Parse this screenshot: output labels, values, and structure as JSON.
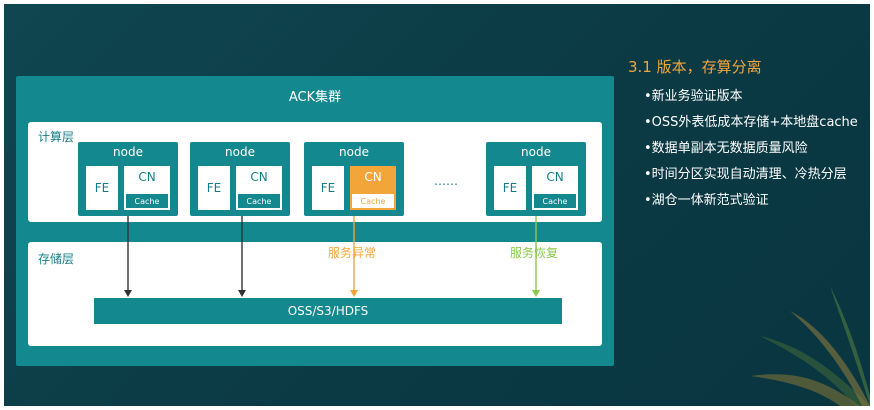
{
  "diagram": {
    "cluster_title": "ACK集群",
    "compute_layer_label": "计算层",
    "storage_layer_label": "存储层",
    "nodes": [
      {
        "title": "node",
        "fe": "FE",
        "cn": "CN",
        "cache": "Cache",
        "state": "normal"
      },
      {
        "title": "node",
        "fe": "FE",
        "cn": "CN",
        "cache": "Cache",
        "state": "normal"
      },
      {
        "title": "node",
        "fe": "FE",
        "cn": "CN",
        "cache": "Cache",
        "state": "fault"
      },
      {
        "title": "node",
        "fe": "FE",
        "cn": "CN",
        "cache": "Cache",
        "state": "recovered"
      }
    ],
    "ellipsis": "……",
    "storage_label": "OSS/S3/HDFS",
    "fault_label": "服务异常",
    "recovery_label": "服务恢复"
  },
  "side": {
    "title": "3.1 版本，存算分离",
    "bullets": [
      "•新业务验证版本",
      "•OSS外表低成本存储+本地盘cache",
      "•数据单副本无数据质量风险",
      "•时间分区实现自动清理、冷热分层",
      "•湖仓一体新范式验证"
    ]
  },
  "colors": {
    "background": "#0c3d47",
    "teal": "#13888f",
    "fault": "#f2a63a",
    "recovery": "#8cc84b",
    "normal_arrow": "#333333"
  }
}
